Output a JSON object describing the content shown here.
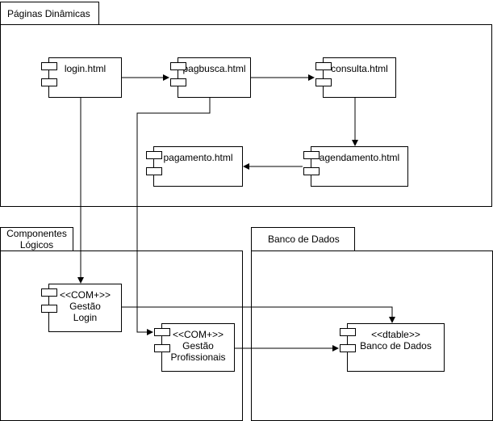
{
  "packages": {
    "paginas": {
      "title": "Páginas Dinâmicas"
    },
    "componentes": {
      "title": "Componentes\nLógicos"
    },
    "banco": {
      "title": "Banco de Dados"
    }
  },
  "components": {
    "login": {
      "label": "login.html"
    },
    "pagbusca": {
      "label": "pagbusca.html"
    },
    "consulta": {
      "label": "consulta.html"
    },
    "agendamento": {
      "label": "agendamento.html"
    },
    "pagamento": {
      "label": "pagamento.html"
    },
    "gestao_login": {
      "label": "<<COM+>>\nGestão\nLogin"
    },
    "gestao_profissionais": {
      "label": "<<COM+>>\nGestão\nProfissionais"
    },
    "banco_dados": {
      "label": "<<dtable>>\nBanco de Dados"
    }
  }
}
